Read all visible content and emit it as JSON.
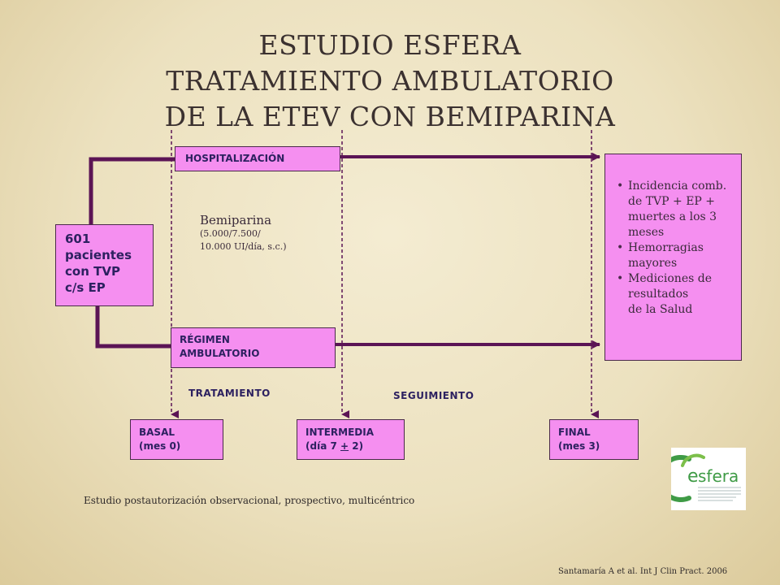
{
  "title": {
    "line1": "ESTUDIO ESFERA",
    "line2": "TRATAMIENTO AMBULATORIO",
    "line3": "DE LA ETEV CON BEMIPARINA"
  },
  "diagram": {
    "hospitalizacion": "HOSPITALIZACIÓN",
    "patients": [
      "601",
      "pacientes",
      "con TVP",
      "c/s EP"
    ],
    "ambulatorio": [
      "RÉGIMEN",
      "AMBULATORIO"
    ],
    "bemiparina": {
      "name": "Bemiparina",
      "dose1": "(5.000/7.500/",
      "dose2": "10.000 UI/día, s.c.)"
    },
    "outcomes": [
      [
        "Incidencia comb.",
        "de TVP + EP +",
        "muertes a los 3",
        "meses"
      ],
      [
        "Hemorragias",
        "mayores"
      ],
      [
        "Mediciones de",
        "resultados",
        "de la Salud"
      ]
    ],
    "phase_treatment": "TRATAMIENTO",
    "phase_followup": "SEGUIMIENTO",
    "timepoints": {
      "basal": [
        "BASAL",
        "(mes 0)"
      ],
      "intermedia": {
        "line1": "INTERMEDIA",
        "line2_pre": "(día 7 ",
        "line2_pm": "+",
        "line2_post": " 2)"
      },
      "final": [
        "FINAL",
        "(mes 3)"
      ]
    }
  },
  "footnote": "Estudio postautorización observacional, prospectivo, multicéntrico",
  "citation": "Santamaría A et al. Int J Clin Pract. 2006",
  "logo": {
    "text": "sfera",
    "letter": "e",
    "tagline": "Estudio de Efectividad, Seguridad y Farmacoeconomía de Bemiparina en el Tratamiento de Pacientes Ambulatorios con Trombosis Venosa Profunda"
  },
  "colors": {
    "box_fill": "#f58ff0",
    "arrow": "#5b1455",
    "logo_green": "#3f9b46"
  }
}
